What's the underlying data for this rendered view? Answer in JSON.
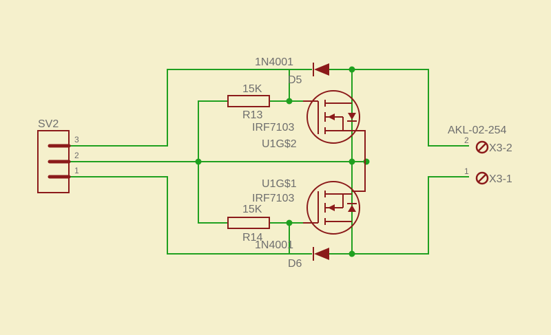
{
  "connector": {
    "name": "SV2",
    "pins": [
      "3",
      "2",
      "1"
    ]
  },
  "terminal": {
    "name": "AKL-02-254",
    "pins": [
      {
        "number": "2",
        "label": "X3-2"
      },
      {
        "number": "1",
        "label": "X3-1"
      }
    ]
  },
  "diode_top": {
    "value": "1N4001",
    "ref": "D5"
  },
  "diode_bottom": {
    "value": "1N4001",
    "ref": "D6"
  },
  "resistor_top": {
    "value": "15K",
    "ref": "R13"
  },
  "resistor_bottom": {
    "value": "15K",
    "ref": "R14"
  },
  "mosfet_top": {
    "part": "IRF7103",
    "ref": "U1G$2"
  },
  "mosfet_bottom": {
    "part": "IRF7103",
    "ref": "U1G$1"
  },
  "colors": {
    "background": "#f5f0cc",
    "wire": "#1fa01f",
    "symbol": "#8b1a1a",
    "text": "#6e6e6e"
  }
}
